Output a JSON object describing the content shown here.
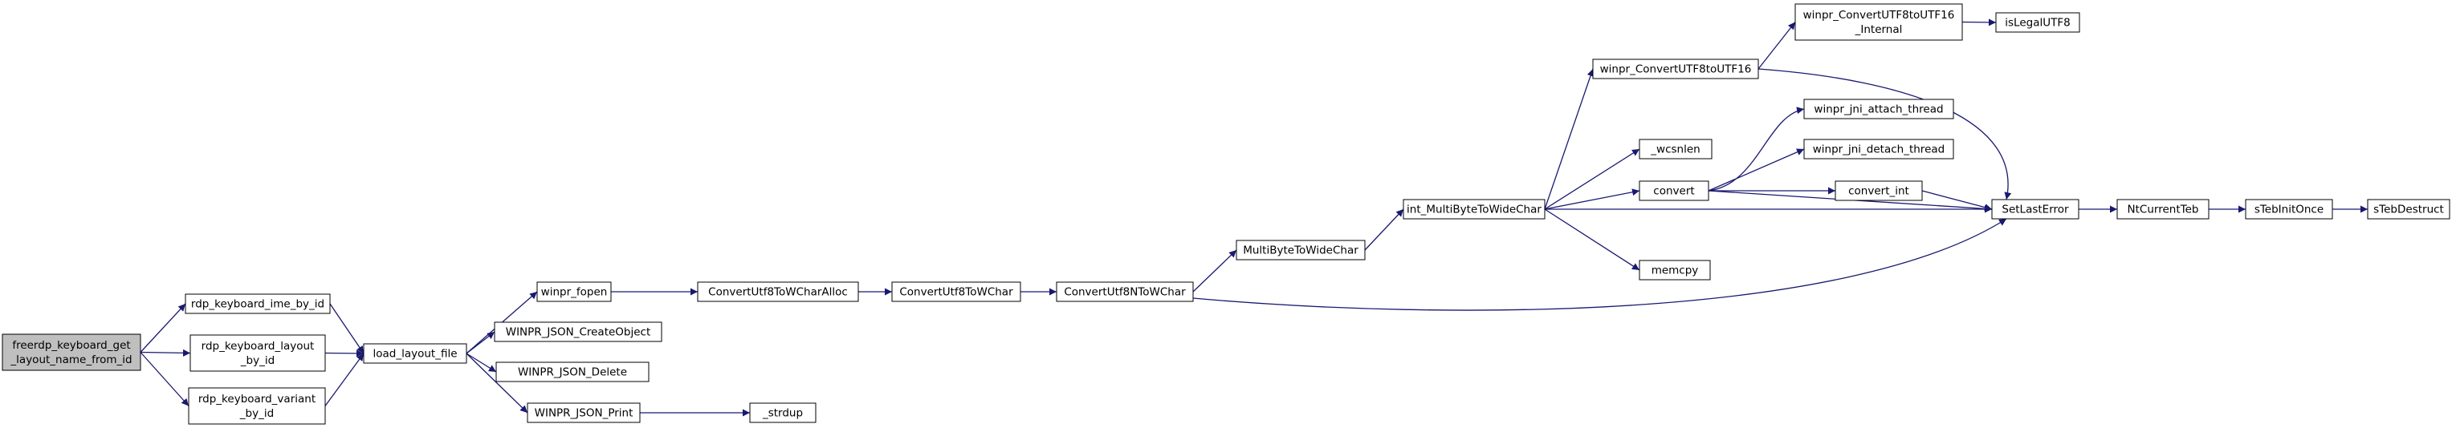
{
  "colors": {
    "edge": "#191970",
    "node_border": "#000000",
    "node_fill": "#ffffff",
    "root_fill": "#bfbfbf",
    "text": "#000000"
  },
  "nodes": [
    {
      "id": "root",
      "lines": [
        "freerdp_keyboard_get",
        "_layout_name_from_id"
      ]
    },
    {
      "id": "ime",
      "lines": [
        "rdp_keyboard_ime_by_id"
      ]
    },
    {
      "id": "layout",
      "lines": [
        "rdp_keyboard_layout",
        "_by_id"
      ]
    },
    {
      "id": "variant",
      "lines": [
        "rdp_keyboard_variant",
        "_by_id"
      ]
    },
    {
      "id": "load",
      "lines": [
        "load_layout_file"
      ]
    },
    {
      "id": "fopen",
      "lines": [
        "winpr_fopen"
      ]
    },
    {
      "id": "jcreate",
      "lines": [
        "WINPR_JSON_CreateObject"
      ]
    },
    {
      "id": "jdelete",
      "lines": [
        "WINPR_JSON_Delete"
      ]
    },
    {
      "id": "jprint",
      "lines": [
        "WINPR_JSON_Print"
      ]
    },
    {
      "id": "strdup",
      "lines": [
        "_strdup"
      ]
    },
    {
      "id": "cvalloc",
      "lines": [
        "ConvertUtf8ToWCharAlloc"
      ]
    },
    {
      "id": "cvw",
      "lines": [
        "ConvertUtf8ToWChar"
      ]
    },
    {
      "id": "cvn",
      "lines": [
        "ConvertUtf8NToWChar"
      ]
    },
    {
      "id": "mbtwc",
      "lines": [
        "MultiByteToWideChar"
      ]
    },
    {
      "id": "intmb",
      "lines": [
        "int_MultiByteToWideChar"
      ]
    },
    {
      "id": "u16",
      "lines": [
        "winpr_ConvertUTF8toUTF16"
      ]
    },
    {
      "id": "u16i",
      "lines": [
        "winpr_ConvertUTF8toUTF16",
        "_Internal"
      ]
    },
    {
      "id": "legal",
      "lines": [
        "isLegalUTF8"
      ]
    },
    {
      "id": "wcsnlen",
      "lines": [
        "_wcsnlen"
      ]
    },
    {
      "id": "convert",
      "lines": [
        "convert"
      ]
    },
    {
      "id": "attach",
      "lines": [
        "winpr_jni_attach_thread"
      ]
    },
    {
      "id": "detach",
      "lines": [
        "winpr_jni_detach_thread"
      ]
    },
    {
      "id": "convint",
      "lines": [
        "convert_int"
      ]
    },
    {
      "id": "memcpy",
      "lines": [
        "memcpy"
      ]
    },
    {
      "id": "setlast",
      "lines": [
        "SetLastError"
      ]
    },
    {
      "id": "ntteb",
      "lines": [
        "NtCurrentTeb"
      ]
    },
    {
      "id": "tebinit",
      "lines": [
        "sTebInitOnce"
      ]
    },
    {
      "id": "tebdes",
      "lines": [
        "sTebDestruct"
      ]
    }
  ],
  "edges": [
    [
      "root",
      "ime"
    ],
    [
      "root",
      "layout"
    ],
    [
      "root",
      "variant"
    ],
    [
      "ime",
      "load"
    ],
    [
      "layout",
      "load"
    ],
    [
      "variant",
      "load"
    ],
    [
      "load",
      "fopen"
    ],
    [
      "load",
      "jcreate"
    ],
    [
      "load",
      "jdelete"
    ],
    [
      "load",
      "jprint"
    ],
    [
      "jprint",
      "strdup"
    ],
    [
      "fopen",
      "cvalloc"
    ],
    [
      "cvalloc",
      "cvw"
    ],
    [
      "cvw",
      "cvn"
    ],
    [
      "cvn",
      "mbtwc"
    ],
    [
      "cvn",
      "setlast"
    ],
    [
      "mbtwc",
      "intmb"
    ],
    [
      "intmb",
      "u16"
    ],
    [
      "intmb",
      "wcsnlen"
    ],
    [
      "intmb",
      "convert"
    ],
    [
      "intmb",
      "memcpy"
    ],
    [
      "intmb",
      "setlast"
    ],
    [
      "u16",
      "u16i"
    ],
    [
      "u16",
      "setlast"
    ],
    [
      "u16i",
      "legal"
    ],
    [
      "convert",
      "attach"
    ],
    [
      "convert",
      "detach"
    ],
    [
      "convert",
      "convint"
    ],
    [
      "convert",
      "setlast"
    ],
    [
      "convint",
      "setlast"
    ],
    [
      "setlast",
      "ntteb"
    ],
    [
      "ntteb",
      "tebinit"
    ],
    [
      "tebinit",
      "tebdes"
    ]
  ]
}
